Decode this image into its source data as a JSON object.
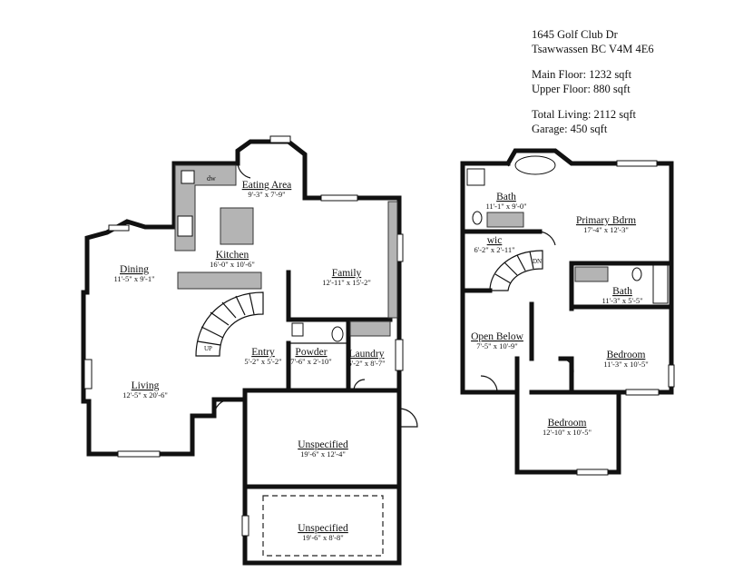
{
  "property": {
    "address_line1": "1645 Golf Club Dr",
    "address_line2": "Tsawwassen BC V4M 4E6",
    "main_floor": "Main Floor: 1232 sqft",
    "upper_floor": "Upper Floor: 880 sqft",
    "total_living": "Total Living: 2112 sqft",
    "garage": "Garage: 450 sqft"
  },
  "main_floor_rooms": {
    "eating_area": {
      "name": "Eating Area",
      "dims": "9'-3\" x 7'-9\""
    },
    "kitchen": {
      "name": "Kitchen",
      "dims": "16'-0\" x 10'-6\""
    },
    "dining": {
      "name": "Dining",
      "dims": "11'-5\" x 9'-1\""
    },
    "family": {
      "name": "Family",
      "dims": "12'-11\" x 15'-2\""
    },
    "entry": {
      "name": "Entry",
      "dims": "5'-2\" x 5'-2\""
    },
    "powder": {
      "name": "Powder",
      "dims": "7'-6\" x 2'-10\""
    },
    "laundry": {
      "name": "Laundry",
      "dims": "6'-2\" x 8'-7\""
    },
    "living": {
      "name": "Living",
      "dims": "12'-5\" x 20'-6\""
    },
    "unspecified_1": {
      "name": "Unspecified",
      "dims": "19'-6\" x 12'-4\""
    },
    "unspecified_2": {
      "name": "Unspecified",
      "dims": "19'-6\" x 8'-8\""
    }
  },
  "upper_floor_rooms": {
    "bath_1": {
      "name": "Bath",
      "dims": "11'-1\" x 9'-0\""
    },
    "primary_bdrm": {
      "name": "Primary Bdrm",
      "dims": "17'-4\" x 12'-3\""
    },
    "wic": {
      "name": "wic",
      "dims": "6'-2\" x 2'-11\""
    },
    "bath_2": {
      "name": "Bath",
      "dims": "11'-3\" x 5'-5\""
    },
    "open_below": {
      "name": "Open Below",
      "dims": "7'-5\" x 10'-9\""
    },
    "bedroom_1": {
      "name": "Bedroom",
      "dims": "11'-3\" x 10'-5\""
    },
    "bedroom_2": {
      "name": "Bedroom",
      "dims": "12'-10\" x 10'-5\""
    }
  },
  "fixture_labels": {
    "dishwasher": "dw",
    "stair_up": "UP",
    "stair_down": "DN"
  }
}
